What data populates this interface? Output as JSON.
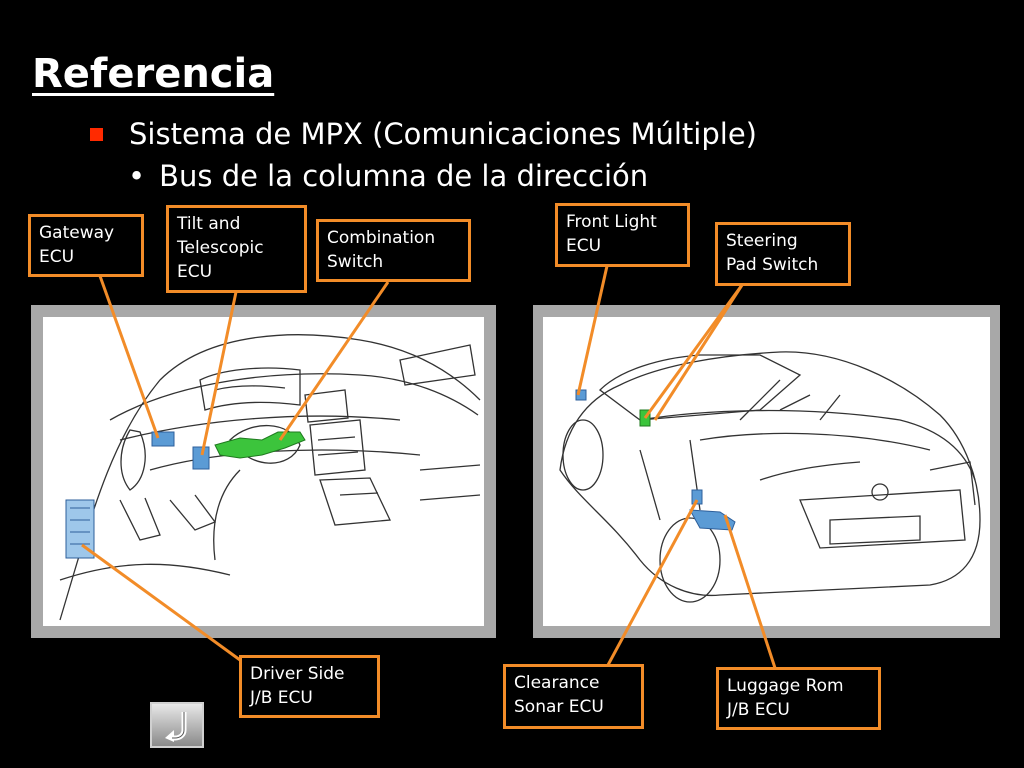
{
  "slide": {
    "title": "Referencia",
    "bullet": "Sistema de MPX (Comunicaciones Múltiple)",
    "sub_bullet": "Bus de la columna de la dirección",
    "sub_bullet_marker": "•"
  },
  "labels": {
    "gateway_ecu": "Gateway\nECU",
    "tilt_telescopic_ecu": "Tilt and\nTelescopic\nECU",
    "combination_switch": "Combination\nSwitch",
    "front_light_ecu": "Front Light\nECU",
    "steering_pad_switch": "Steering\nPad Switch",
    "driver_side_jb_ecu": "Driver Side\nJ/B ECU",
    "clearance_sonar_ecu": "Clearance\nSonar ECU",
    "luggage_room_jb_ecu": "Luggage Rom\nJ/B ECU"
  },
  "colors": {
    "background": "#000000",
    "callout_line": "#f28c28",
    "bullet": "#ff2a00",
    "component_blue": "#5b9bd5",
    "component_green": "#3cc43c"
  },
  "icons": {
    "back": "return-arrow-icon"
  }
}
